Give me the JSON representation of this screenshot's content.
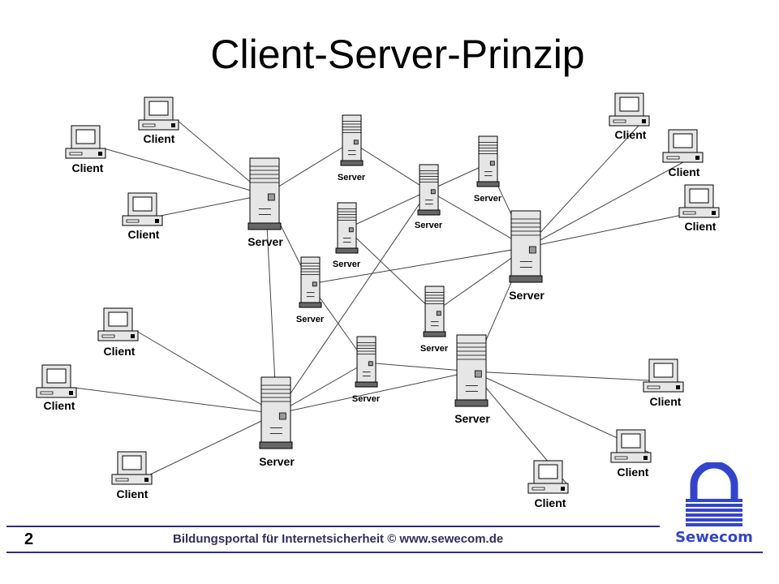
{
  "title": "Client-Server-Prinzip",
  "labels": {
    "client": "Client",
    "server": "Server"
  },
  "footer": {
    "page_number": "2",
    "text": "Bildungsportal für Internetsicherheit © www.sewecom.de"
  },
  "logo": {
    "text": "Sewecom",
    "color": "#3344cc"
  },
  "colors": {
    "rule_line": "#2b2e82",
    "device_fill": "#e6e6e6",
    "device_outline": "#000000"
  },
  "icons": {
    "client": "desktop-computer-icon",
    "server": "tower-server-icon",
    "logo": "padlock-icon"
  }
}
